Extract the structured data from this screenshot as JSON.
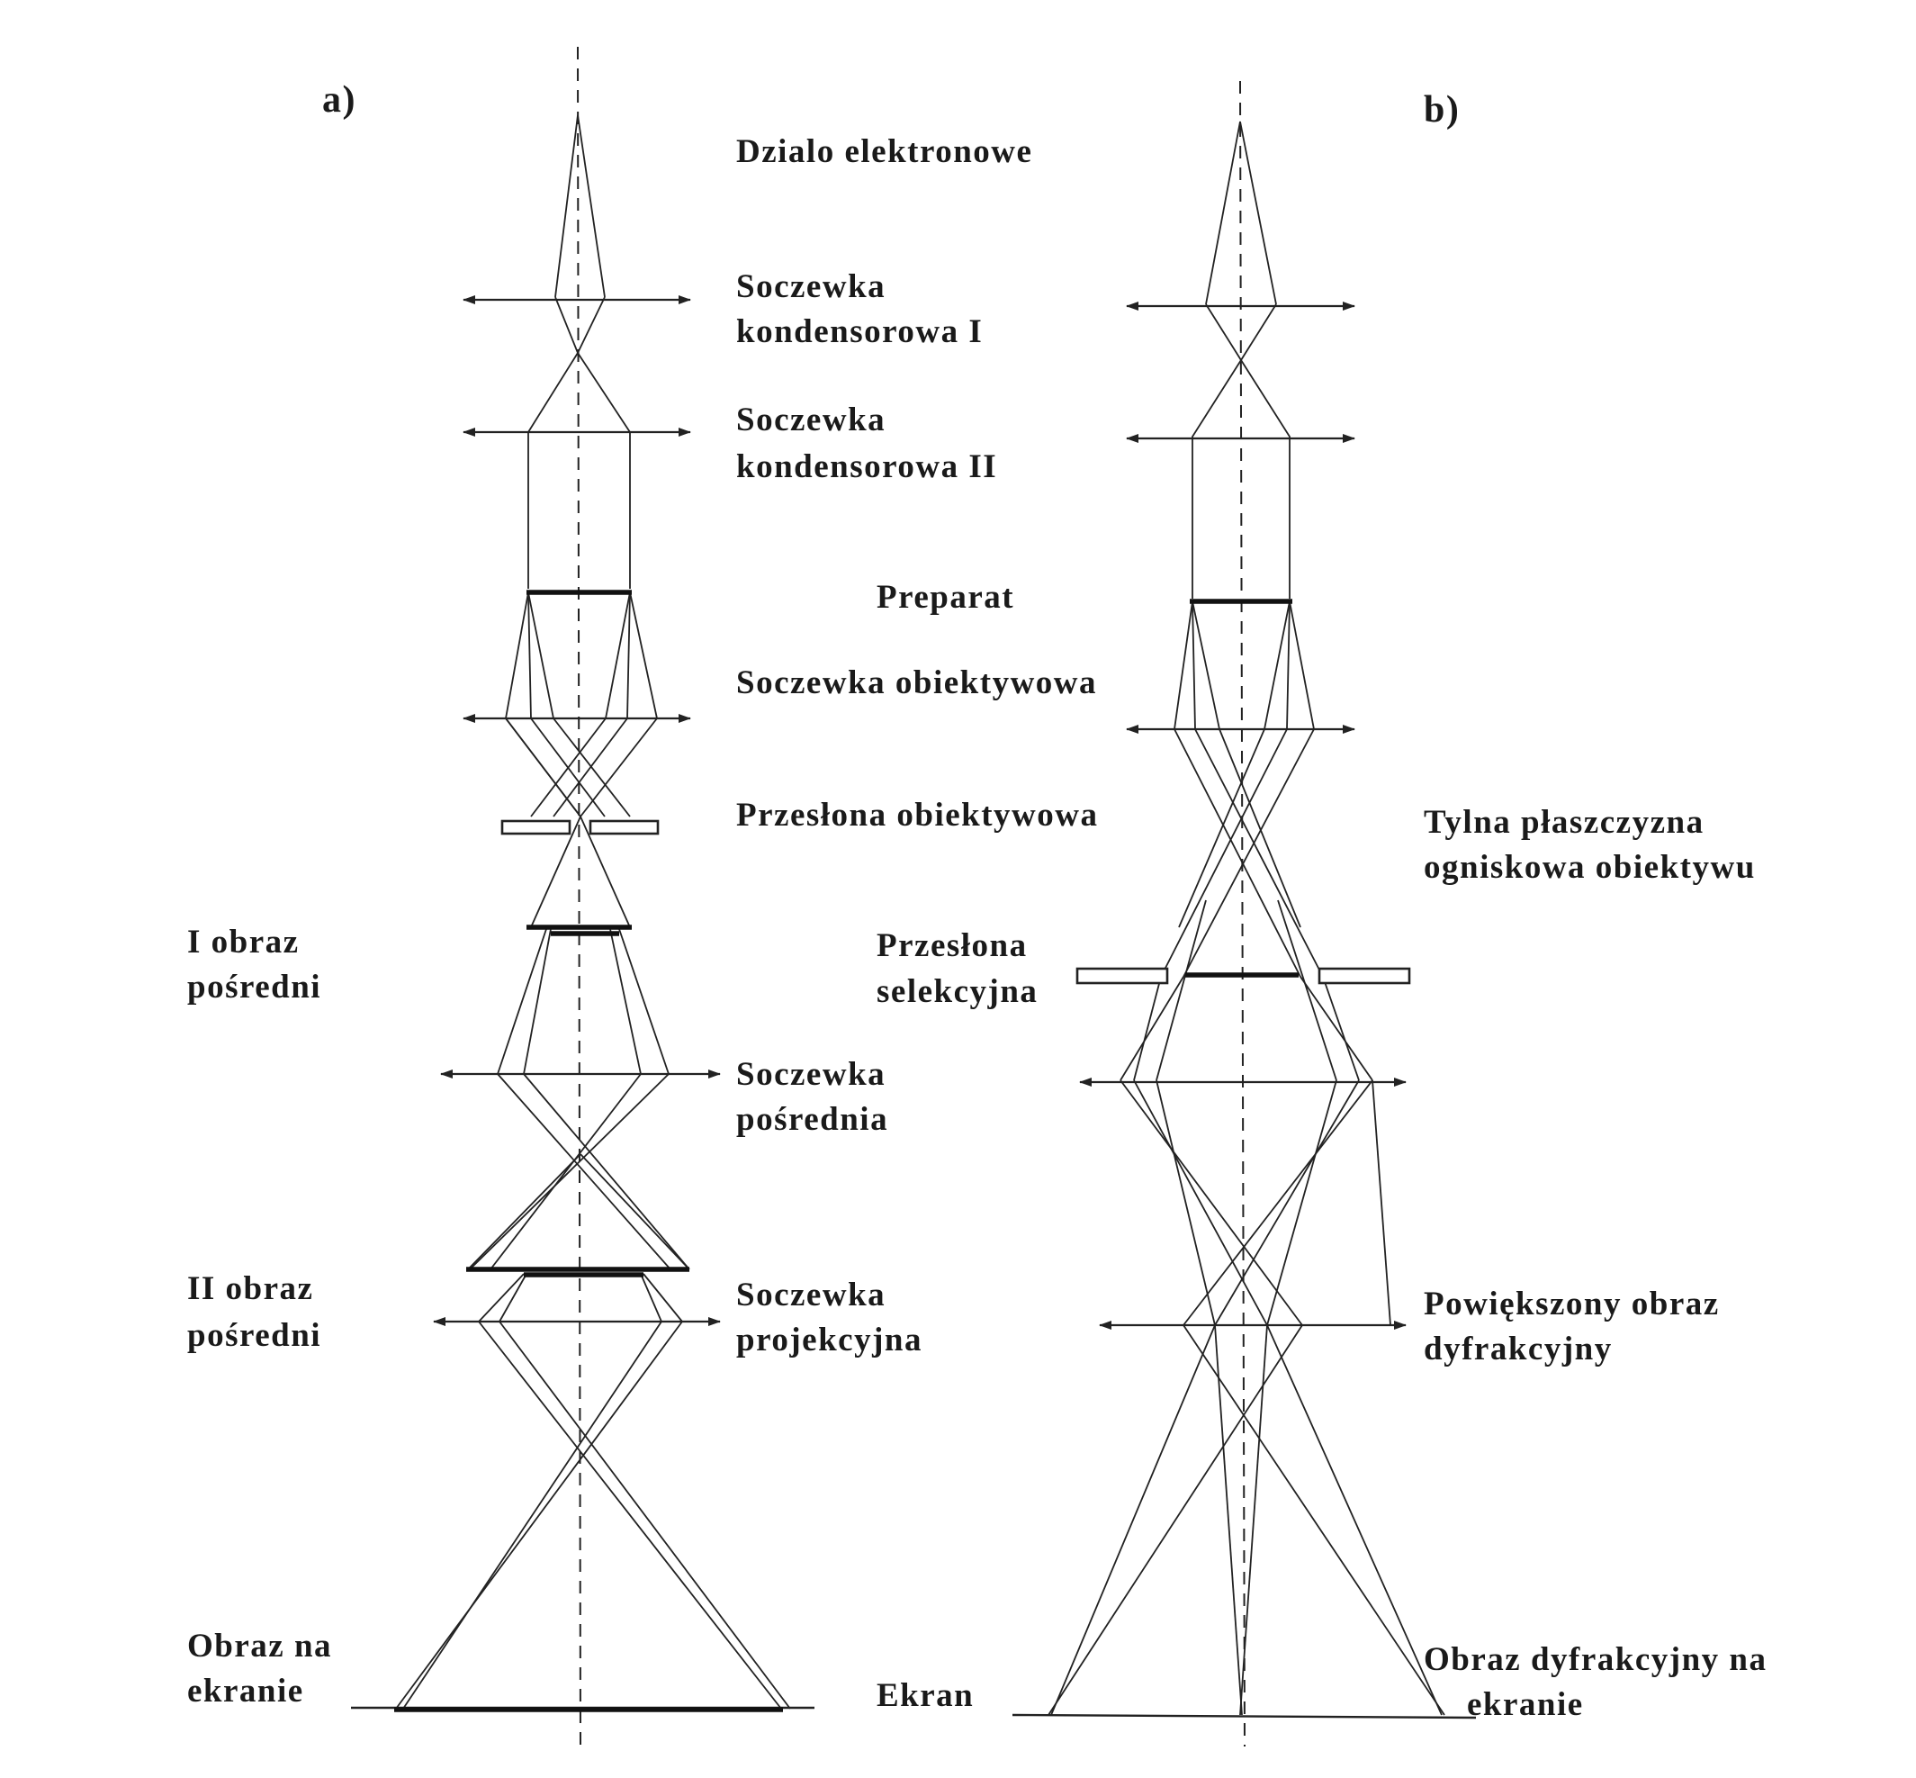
{
  "panels": {
    "a": "a)",
    "b": "b)"
  },
  "labels": {
    "gun": "Dzialo elektronowe",
    "condenser1": [
      "Soczewka",
      "kondensorowa I"
    ],
    "condenser2": [
      "Soczewka",
      "kondensorowa II"
    ],
    "specimen": "Preparat",
    "objective": "Soczewka obiektywowa",
    "objective_aperture": "Przesłona obiektywowa",
    "first_intermediate": [
      "I obraz",
      "pośredni"
    ],
    "intermediate_lens": [
      "Soczewka",
      "pośrednia"
    ],
    "second_intermediate": [
      "II obraz",
      "pośredni"
    ],
    "projector": [
      "Soczewka",
      "projekcyjna"
    ],
    "image_on_screen": [
      "Obraz na",
      "ekranie"
    ],
    "back_focal_plane": [
      "Tylna płaszczyzna",
      "ogniskowa obiektywu"
    ],
    "selected_area_aperture": [
      "Przesłona",
      "selekcyjna"
    ],
    "magnified_diffraction": [
      "Powiększony obraz",
      "dyfrakcyjny"
    ],
    "screen": "Ekran",
    "diffraction_on_screen": [
      "Obraz dyfrakcyjny na",
      "ekranie"
    ]
  }
}
